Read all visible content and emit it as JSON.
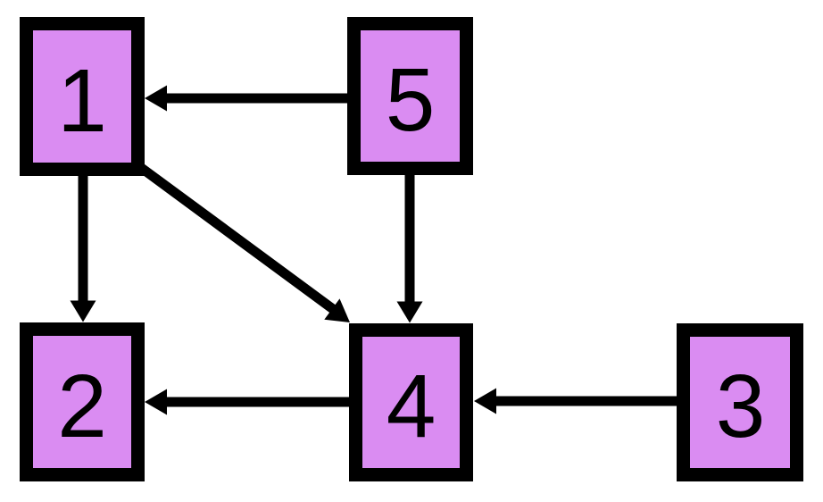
{
  "diagram": {
    "type": "directed-graph",
    "nodes": [
      {
        "id": "1",
        "label": "1"
      },
      {
        "id": "2",
        "label": "2"
      },
      {
        "id": "3",
        "label": "3"
      },
      {
        "id": "4",
        "label": "4"
      },
      {
        "id": "5",
        "label": "5"
      }
    ],
    "edges": [
      {
        "from": "5",
        "to": "1"
      },
      {
        "from": "1",
        "to": "2"
      },
      {
        "from": "1",
        "to": "4"
      },
      {
        "from": "5",
        "to": "4"
      },
      {
        "from": "4",
        "to": "2"
      },
      {
        "from": "3",
        "to": "4"
      }
    ],
    "colors": {
      "node_fill": "#DA8CF2",
      "node_border": "#000000",
      "edge": "#000000",
      "label": "#000000",
      "background": "#FFFFFF"
    }
  }
}
